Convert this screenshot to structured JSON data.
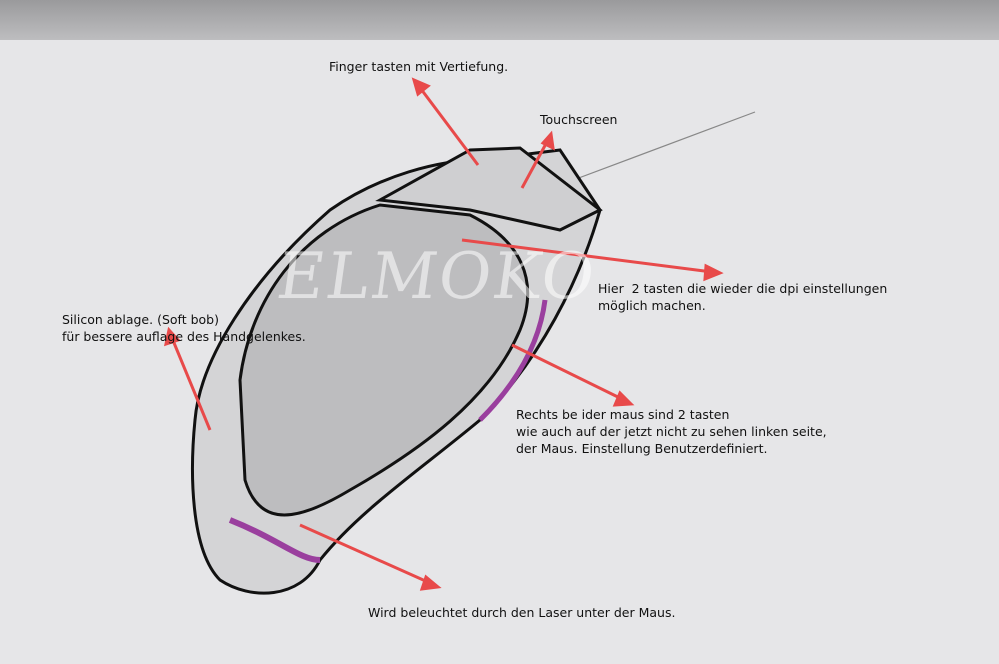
{
  "watermark": "ELMOKO",
  "labels": {
    "finger": "Finger tasten mit Vertiefung.",
    "touchscreen": "Touchscreen",
    "dpi": [
      "Hier  2 tasten die wieder die dpi einstellungen",
      "möglich machen."
    ],
    "silicon": [
      "Silicon ablage. (Soft bob)",
      "für bessere auflage des Handgelenkes."
    ],
    "side": [
      "Rechts be ider maus sind 2 tasten",
      "wie auch auf der jetzt nicht zu sehen linken seite,",
      "der Maus. Einstellung Benutzerdefiniert."
    ],
    "laser": "Wird beleuchtet durch den Laser unter der Maus."
  },
  "colors": {
    "arrow": "#e84a4a",
    "accent": "#9a3f9e",
    "ink": "#111111"
  }
}
